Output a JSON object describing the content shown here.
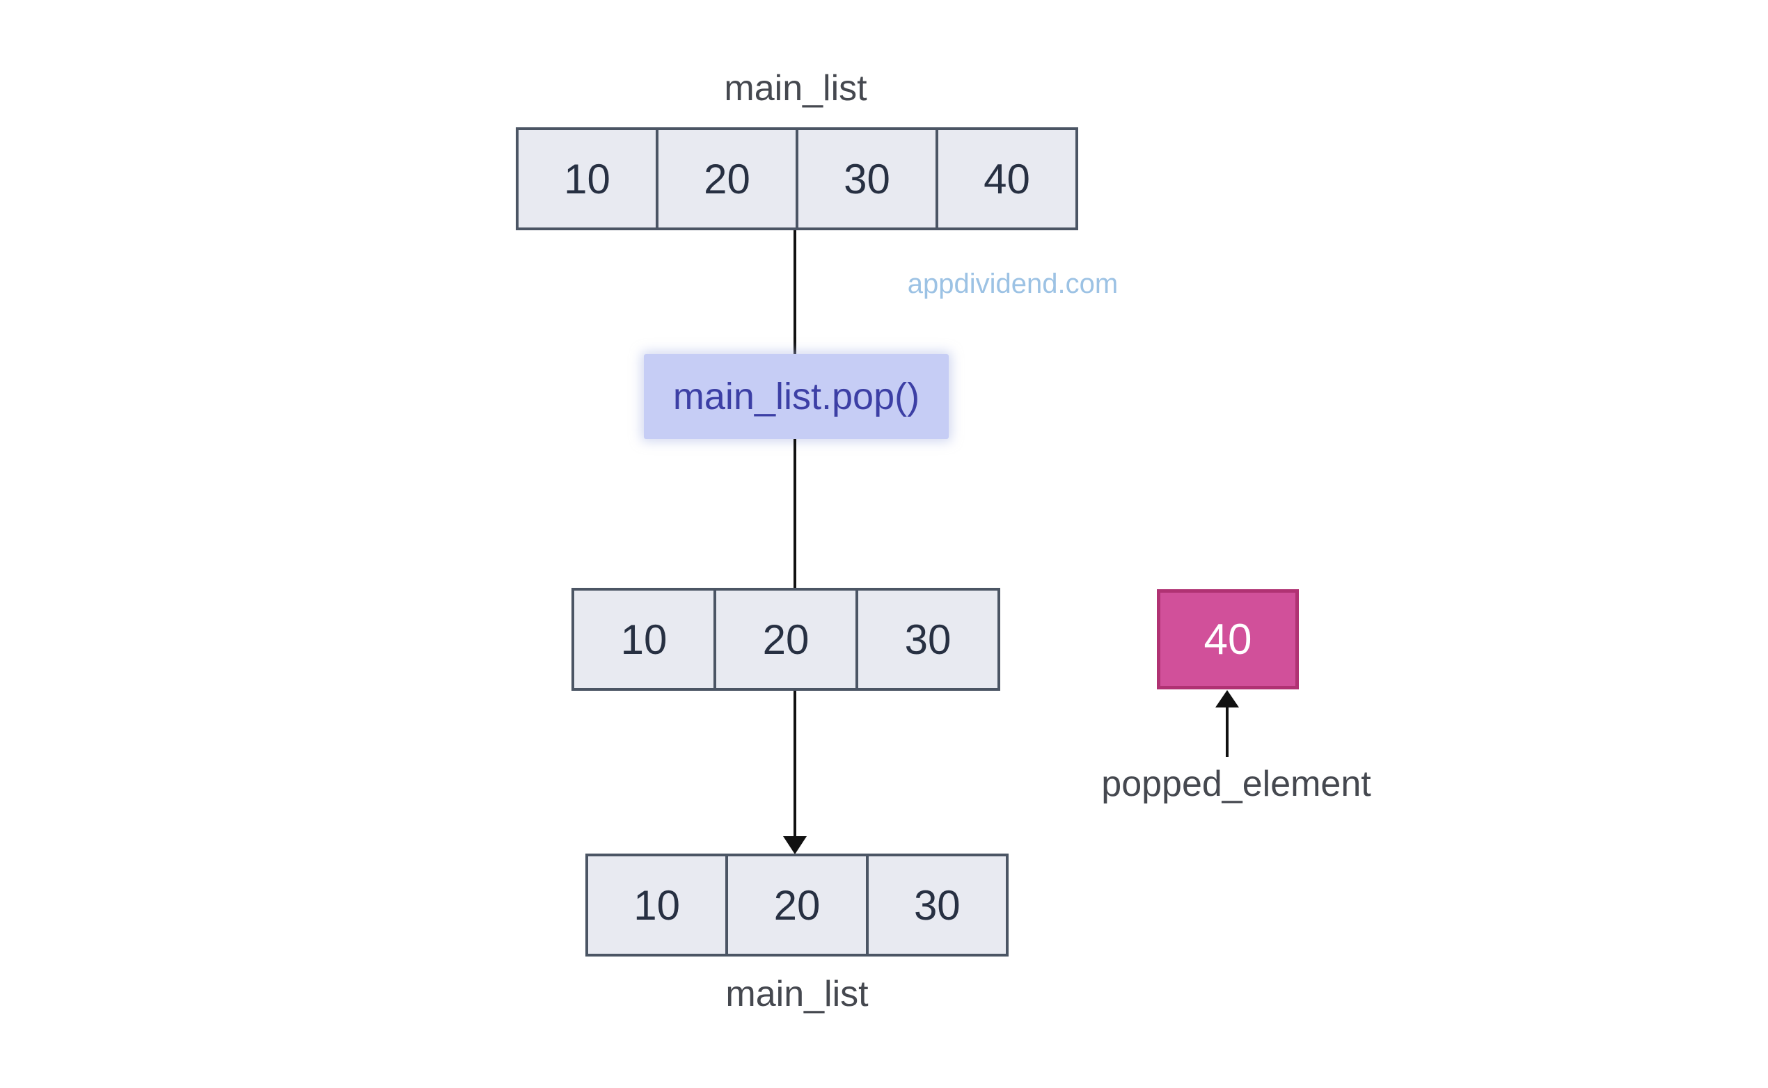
{
  "watermark": {
    "text": "appdividend.com",
    "color": "#9cc2e4"
  },
  "operation": {
    "code": "main_list.pop()",
    "bg": "#c6cdf5",
    "text_color": "#3c3fa5"
  },
  "lists": {
    "before": {
      "label": "main_list",
      "values": [
        "10",
        "20",
        "30",
        "40"
      ]
    },
    "after": {
      "values": [
        "10",
        "20",
        "30"
      ]
    },
    "result": {
      "label": "main_list",
      "values": [
        "10",
        "20",
        "30"
      ]
    }
  },
  "popped": {
    "value": "40",
    "label": "popped_element",
    "fill": "#d1509a",
    "border": "#b03273",
    "text_color": "#ffffff"
  },
  "colors": {
    "background": "#ffffff",
    "cell_fill": "#e8eaf1",
    "cell_border": "#4b5564",
    "cell_text": "#273042",
    "label_text": "#45484f",
    "arrow": "#111111"
  }
}
